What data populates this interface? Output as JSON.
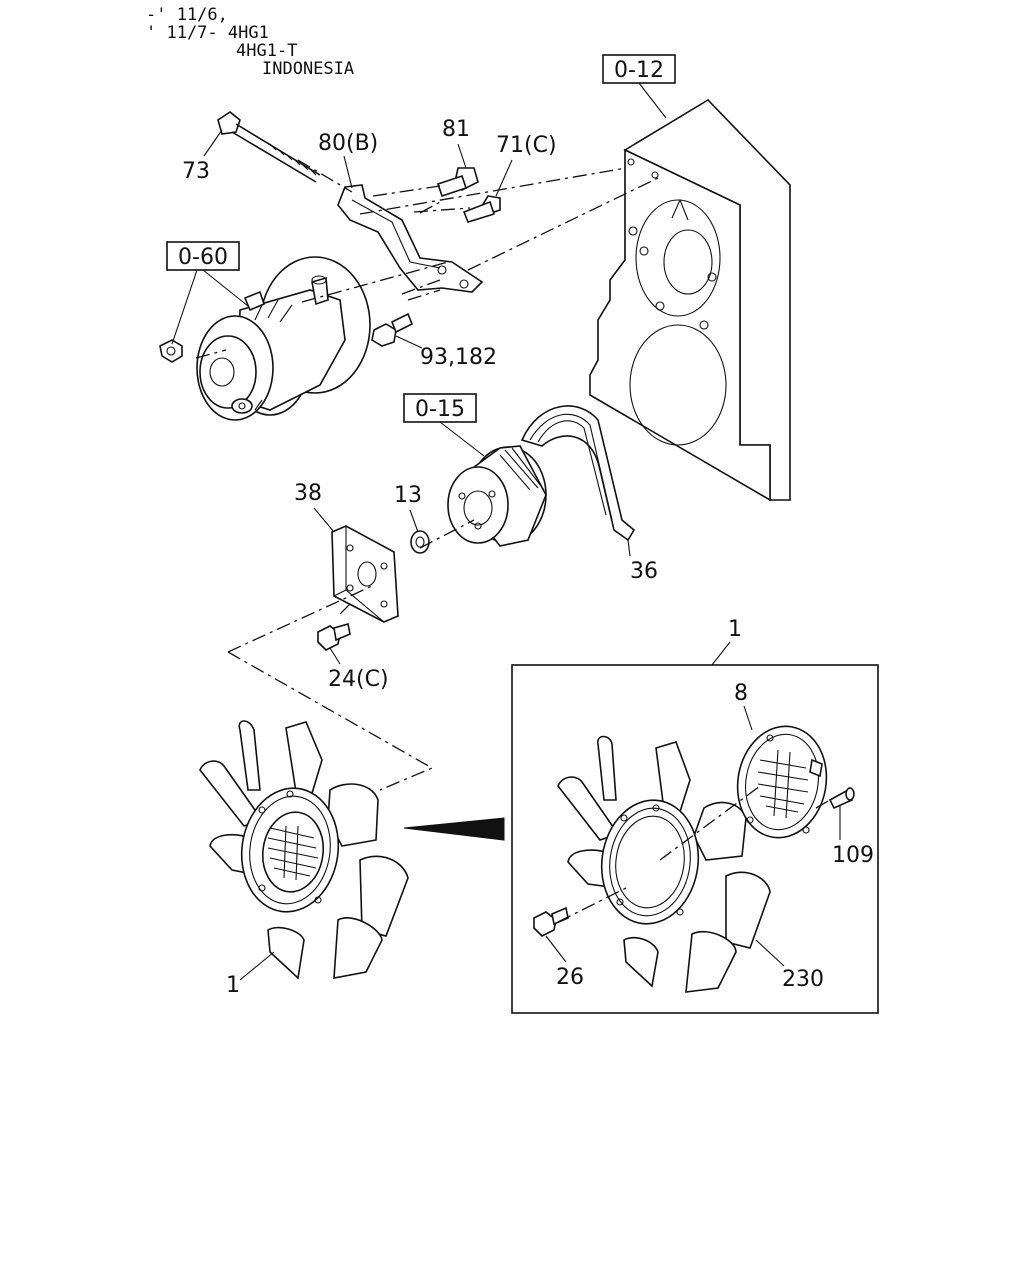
{
  "header": {
    "line1": "-' 11/6,",
    "line2": "' 11/7-  4HG1",
    "line3": "4HG1-T",
    "line4": "INDONESIA"
  },
  "refs": {
    "r012": "0-12",
    "r060": "0-60",
    "r015": "0-15"
  },
  "callouts": {
    "c73": "73",
    "c80b": "80(B)",
    "c81": "81",
    "c71c": "71(C)",
    "c93": "93,182",
    "c38": "38",
    "c13": "13",
    "c36": "36",
    "c24c": "24(C)",
    "c1_top": "1",
    "c8": "8",
    "c109": "109",
    "c26": "26",
    "c230": "230",
    "c1_fan": "1"
  }
}
